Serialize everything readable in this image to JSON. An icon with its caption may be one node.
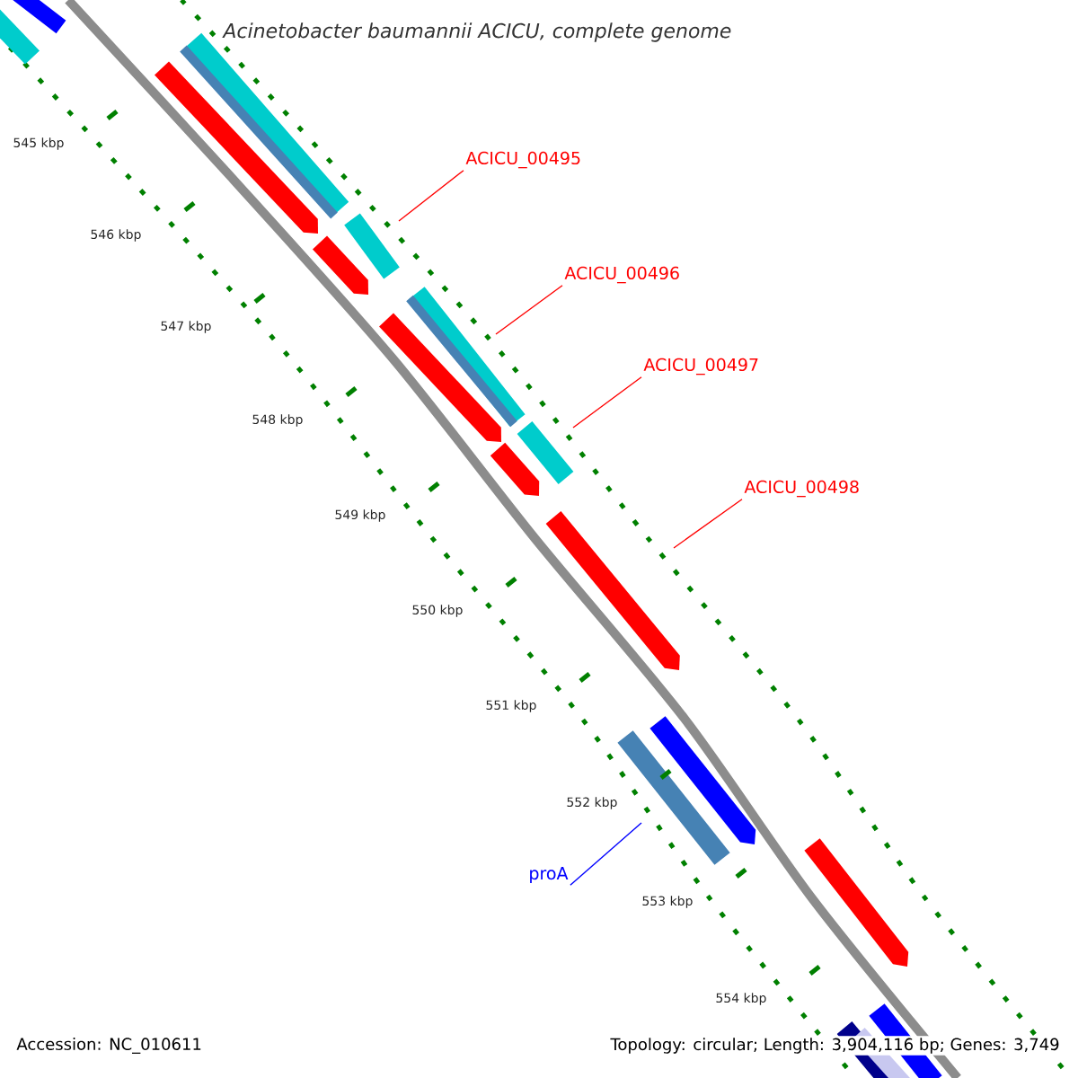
{
  "diagram": {
    "title": "Acinetobacter baumannii ACICU, complete genome",
    "nodes": [
      {
        "text": [
          "ACICU_00495"
        ]
      },
      {
        "text": [
          "ACICU_00496"
        ]
      },
      {
        "text": [
          "ACICU_00497"
        ]
      },
      {
        "text": [
          "ACICU_00498"
        ]
      },
      {
        "text": [
          "proA"
        ]
      }
    ],
    "edges": [
      {
        "from": 0,
        "to": null,
        "arrow": "none"
      },
      {
        "from": 1,
        "to": null,
        "arrow": "none"
      },
      {
        "from": 2,
        "to": null,
        "arrow": "none"
      },
      {
        "from": 3,
        "to": null,
        "arrow": "none"
      },
      {
        "from": 4,
        "to": null,
        "arrow": "none",
        "color": "#0000ff"
      }
    ],
    "labels": [
      "545 kbp",
      "546 kbp",
      "547 kbp",
      "548 kbp",
      "549 kbp",
      "550 kbp",
      "551 kbp",
      "552 kbp",
      "553 kbp",
      "554 kbp",
      "Accession: NC_010611",
      "Topology: circular; Length: 3,904,116 bp; Genes: 3,749"
    ]
  }
}
